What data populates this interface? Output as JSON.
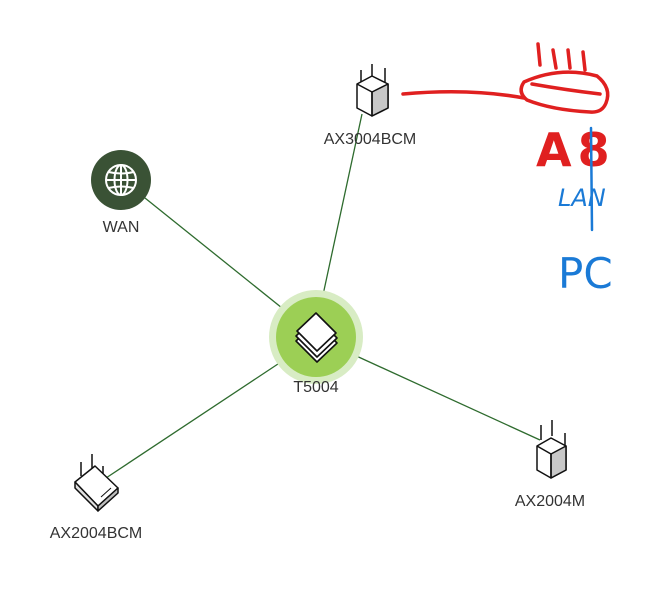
{
  "colors": {
    "link": "#2e6b2e",
    "wan_fill": "#3a5235",
    "hub_halo": "#d8ecc4",
    "hub_fill": "#9ccf55",
    "label": "#333333",
    "annotation_red": "#e02020",
    "annotation_blue": "#1a7ad6"
  },
  "nodes": {
    "wan": {
      "label": "WAN",
      "icon": "globe-icon"
    },
    "hub": {
      "label": "T5004",
      "icon": "router-stack-icon"
    },
    "ax3004bcm": {
      "label": "AX3004BCM",
      "icon": "access-point-icon"
    },
    "ax2004bcm": {
      "label": "AX2004BCM",
      "icon": "access-point-flat-icon"
    },
    "ax2004m": {
      "label": "AX2004M",
      "icon": "access-point-icon"
    }
  },
  "annotations": {
    "red_text": "A8",
    "blue_text_1": "LAN",
    "blue_text_2": "PC"
  }
}
